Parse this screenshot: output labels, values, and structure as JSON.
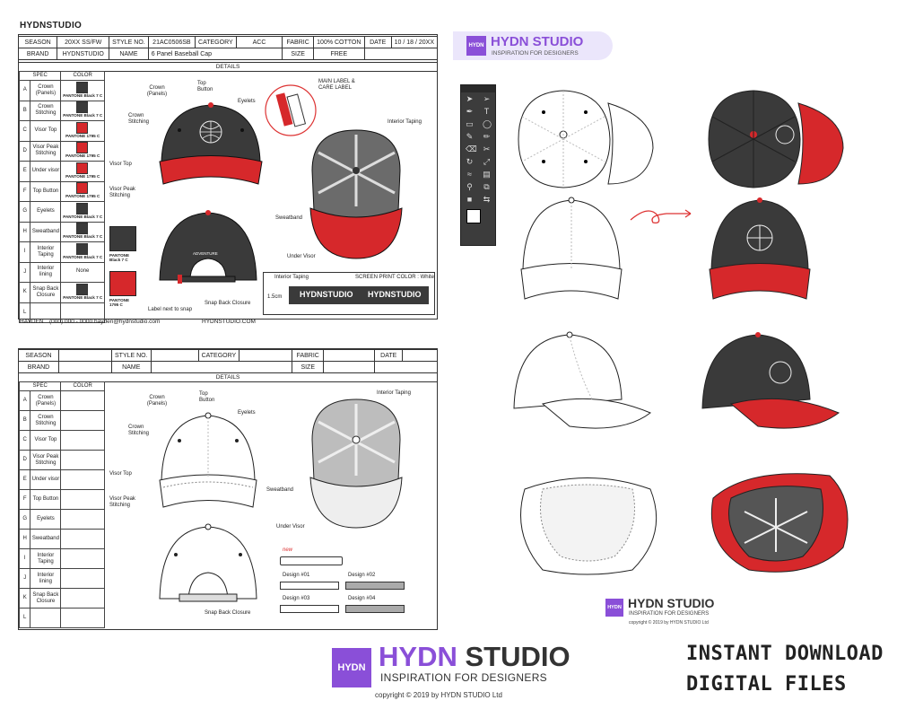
{
  "brand_header": "HYDNSTUDIO",
  "sheet1": {
    "row1": {
      "season_label": "SEASON",
      "season": "20XX SS/FW",
      "style_label": "STYLE NO.",
      "style": "21AC0506SB",
      "category_label": "CATEGORY",
      "category": "ACC",
      "fabric_label": "FABRIC",
      "fabric": "100% COTTON",
      "date_label": "DATE",
      "date": "10 / 18 / 20XX"
    },
    "row2": {
      "brand_label": "BRAND",
      "brand": "HYDNSTUDIO",
      "name_label": "NAME",
      "name": "6 Panel Baseball Cap",
      "size_label": "SIZE",
      "size": "FREE"
    },
    "details_label": "DETAILS",
    "spec_header": "SPEC",
    "color_header": "COLOR",
    "rows": [
      {
        "letter": "A",
        "spec": "Crown (Panels)",
        "pantone": "PANTONE Black 7 C",
        "color": "#3a3a3a"
      },
      {
        "letter": "B",
        "spec": "Crown Stitching",
        "pantone": "PANTONE Black 7 C",
        "color": "#3a3a3a"
      },
      {
        "letter": "C",
        "spec": "Visor Top",
        "pantone": "PANTONE 1795 C",
        "color": "#d6282b"
      },
      {
        "letter": "D",
        "spec": "Visor Peak Stitching",
        "pantone": "PANTONE 1795 C",
        "color": "#d6282b"
      },
      {
        "letter": "E",
        "spec": "Under visor",
        "pantone": "PANTONE 1795 C",
        "color": "#d6282b"
      },
      {
        "letter": "F",
        "spec": "Top Button",
        "pantone": "PANTONE 1795 C",
        "color": "#d6282b"
      },
      {
        "letter": "G",
        "spec": "Eyelets",
        "pantone": "PANTONE Black 7 C",
        "color": "#3a3a3a"
      },
      {
        "letter": "H",
        "spec": "Sweatband",
        "pantone": "PANTONE Black 7 C",
        "color": "#3a3a3a"
      },
      {
        "letter": "I",
        "spec": "Interior Taping",
        "pantone": "PANTONE Black 7 C",
        "color": "#3a3a3a"
      },
      {
        "letter": "J",
        "spec": "Interior lining",
        "pantone": "None",
        "color": ""
      },
      {
        "letter": "K",
        "spec": "Snap Back Closure",
        "pantone": "PANTONE Black 7 C",
        "color": "#3a3a3a"
      },
      {
        "letter": "L",
        "spec": "",
        "pantone": "",
        "color": ""
      }
    ],
    "swatches": [
      {
        "label": "PANTONE Black 7 C",
        "color": "#3a3a3a"
      },
      {
        "label": "PANTONE 1795 C",
        "color": "#d6282b"
      }
    ],
    "callouts": {
      "crown_panels": "Crown (Panels)",
      "top_button": "Top Button",
      "eyelets": "Eyelets",
      "crown_stitching": "Crown Stitching",
      "visor_top": "Visor Top",
      "visor_peak": "Visor Peak Stitching",
      "main_label": "MAIN LABEL & CARE LABEL",
      "interior_taping": "Interior Taping",
      "sweatband": "Sweatband",
      "under_visor": "Under Visor",
      "label_next": "Label next to snap",
      "snap_back": "Snap Back Closure",
      "adventure": "ADVENTURE",
      "screen_print": "SCREEN PRINT COLOR : White",
      "interior_taping2": "Interior Taping",
      "measure": "1.5cm",
      "tape_text_1": "HYDNSTUDIO",
      "tape_text_2": "HYDNSTUDIO"
    },
    "footer": {
      "name": "HAYDEN",
      "phone": "(000) 000 - 0000",
      "email": "hayden@hydnstudio.com",
      "site": "HYDNSTUDIO.COM"
    }
  },
  "sheet2": {
    "row1": {
      "season_label": "SEASON",
      "style_label": "STYLE NO.",
      "category_label": "CATEGORY",
      "fabric_label": "FABRIC",
      "date_label": "DATE"
    },
    "row2": {
      "brand_label": "BRAND",
      "name_label": "NAME",
      "size_label": "SIZE"
    },
    "details_label": "DETAILS",
    "spec_header": "SPEC",
    "color_header": "COLOR",
    "rows": [
      {
        "letter": "A",
        "spec": "Crown (Panels)"
      },
      {
        "letter": "B",
        "spec": "Crown Stitching"
      },
      {
        "letter": "C",
        "spec": "Visor Top"
      },
      {
        "letter": "D",
        "spec": "Visor Peak Stitching"
      },
      {
        "letter": "E",
        "spec": "Under visor"
      },
      {
        "letter": "F",
        "spec": "Top Button"
      },
      {
        "letter": "G",
        "spec": "Eyelets"
      },
      {
        "letter": "H",
        "spec": "Sweatband"
      },
      {
        "letter": "I",
        "spec": "Interior Taping"
      },
      {
        "letter": "J",
        "spec": "Interior lining"
      },
      {
        "letter": "K",
        "spec": "Snap Back Closure"
      },
      {
        "letter": "L",
        "spec": ""
      }
    ],
    "callouts": {
      "crown_panels": "Crown (Panels)",
      "top_button": "Top Button",
      "eyelets": "Eyelets",
      "crown_stitching": "Crown Stitching",
      "visor_top": "Visor Top",
      "visor_peak": "Visor Peak Stitching",
      "interior_taping": "Interior Taping",
      "sweatband": "Sweatband",
      "under_visor": "Under Visor",
      "snap_back": "Snap Back Closure",
      "new_tag": "new",
      "d1": "Design #01",
      "d2": "Design #02",
      "d3": "Design #03",
      "d4": "Design #04"
    }
  },
  "right_panel": {
    "chip_logo": "HYDN",
    "chip_title": "HYDN STUDIO",
    "chip_subtitle": "INSPIRATION FOR DESIGNERS",
    "small_logo": "HYDN",
    "small_title": "HYDN STUDIO",
    "small_subtitle": "INSPIRATION FOR DESIGNERS",
    "small_copyright": "copyright © 2019 by HYDN STUDIO Ltd"
  },
  "bottom": {
    "logo": "HYDN",
    "title_a": "HYDN",
    "title_b": " STUDIO",
    "subtitle": "INSPIRATION FOR DESIGNERS",
    "copyright": "copyright © 2019 by HYDN STUDIO Ltd",
    "download_line1": "INSTANT DOWNLOAD",
    "download_line2": "DIGITAL FILES"
  },
  "colors": {
    "cap_dark": "#3a3a3a",
    "cap_red": "#d6282b",
    "accent_purple": "#8a4fd8",
    "chip_bg": "#ebe6fb"
  },
  "icons": [
    "pointer-icon",
    "direct-select-icon",
    "pen-icon",
    "type-icon",
    "rectangle-icon",
    "ellipse-icon",
    "brush-icon",
    "pencil-icon",
    "eraser-icon",
    "scissors-icon",
    "rotate-icon",
    "scale-icon",
    "warp-icon",
    "gradient-icon",
    "eyedropper-icon",
    "blend-icon",
    "fill-stroke-icon",
    "swap-icon",
    "screen-mode-icon"
  ]
}
